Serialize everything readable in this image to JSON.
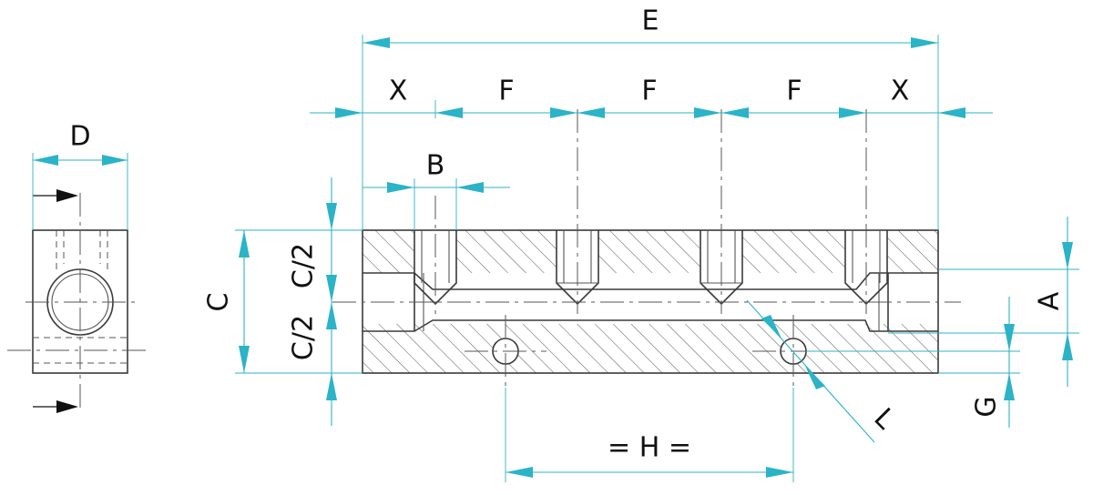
{
  "labels": {
    "E": "E",
    "X_left": "X",
    "F1": "F",
    "F2": "F",
    "F3": "F",
    "X_right": "X",
    "B": "B",
    "D": "D",
    "C": "C",
    "C_half_top": "C/2",
    "C_half_bottom": "C/2",
    "A": "A",
    "G": "G",
    "H": "= H =",
    "L": "L"
  },
  "colors": {
    "dimension": "#2bb3c8",
    "outline": "#3a3a3a",
    "text": "#111111"
  }
}
